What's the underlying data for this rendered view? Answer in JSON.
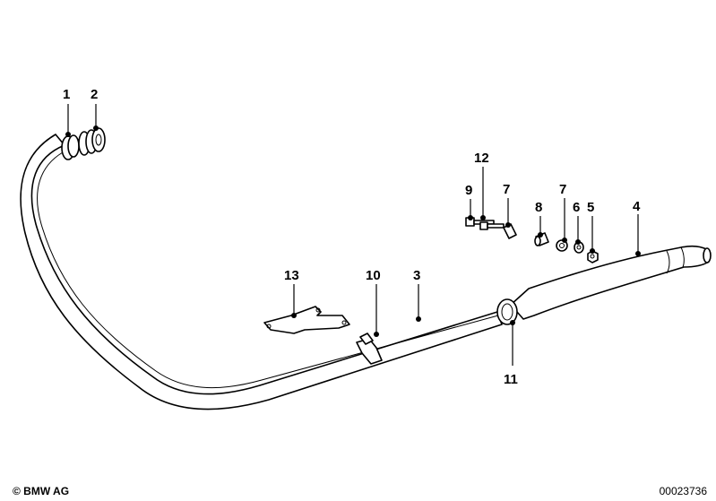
{
  "callouts": [
    {
      "id": "1",
      "label": "1"
    },
    {
      "id": "2",
      "label": "2"
    },
    {
      "id": "3",
      "label": "3"
    },
    {
      "id": "4",
      "label": "4"
    },
    {
      "id": "5",
      "label": "5"
    },
    {
      "id": "6",
      "label": "6"
    },
    {
      "id": "7a",
      "label": "7"
    },
    {
      "id": "7b",
      "label": "7"
    },
    {
      "id": "8",
      "label": "8"
    },
    {
      "id": "9",
      "label": "9"
    },
    {
      "id": "10",
      "label": "10"
    },
    {
      "id": "11",
      "label": "11"
    },
    {
      "id": "12",
      "label": "12"
    },
    {
      "id": "13",
      "label": "13"
    }
  ],
  "footer": {
    "copyright": "© BMW AG",
    "doc_number": "00023736"
  }
}
